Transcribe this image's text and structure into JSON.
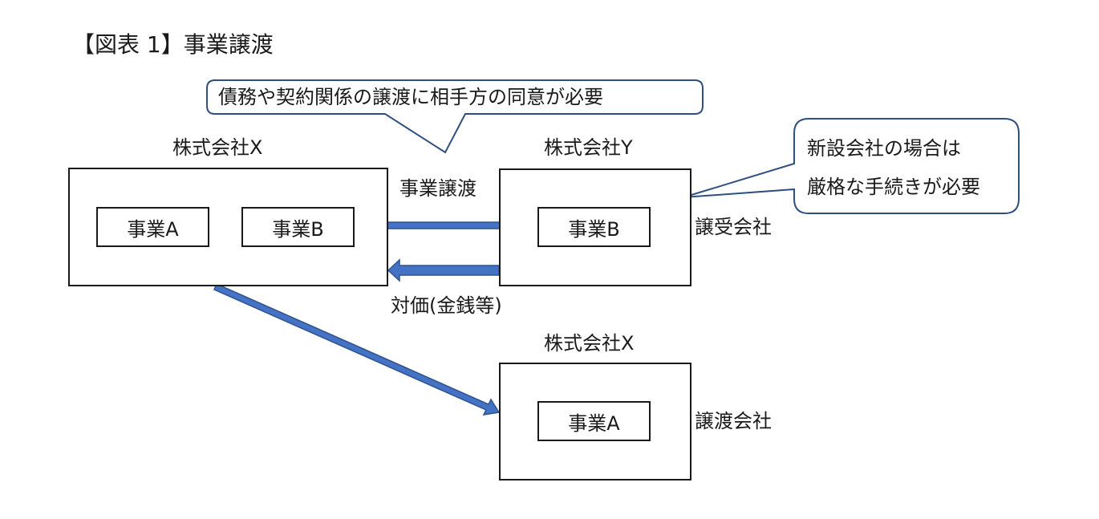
{
  "title": "【図表 1】事業譲渡",
  "callouts": {
    "consent": "債務や契約関係の譲渡に相手方の同意が必要",
    "new_company_line1": "新設会社の場合は",
    "new_company_line2": "厳格な手続きが必要"
  },
  "company_x_top": {
    "name": "株式会社X",
    "business_a": "事業A",
    "business_b": "事業B"
  },
  "company_y": {
    "name": "株式会社Y",
    "business_b": "事業B",
    "role": "譲受会社"
  },
  "company_x_bottom": {
    "name": "株式会社X",
    "business_a": "事業A",
    "role": "譲渡会社"
  },
  "flows": {
    "transfer": "事業譲渡",
    "consideration": "対価(金銭等)"
  },
  "colors": {
    "arrow_fill": "#4472c4",
    "arrow_stroke": "#2f528f",
    "callout_stroke": "#2f4f80",
    "line": "#1a1a1a"
  }
}
